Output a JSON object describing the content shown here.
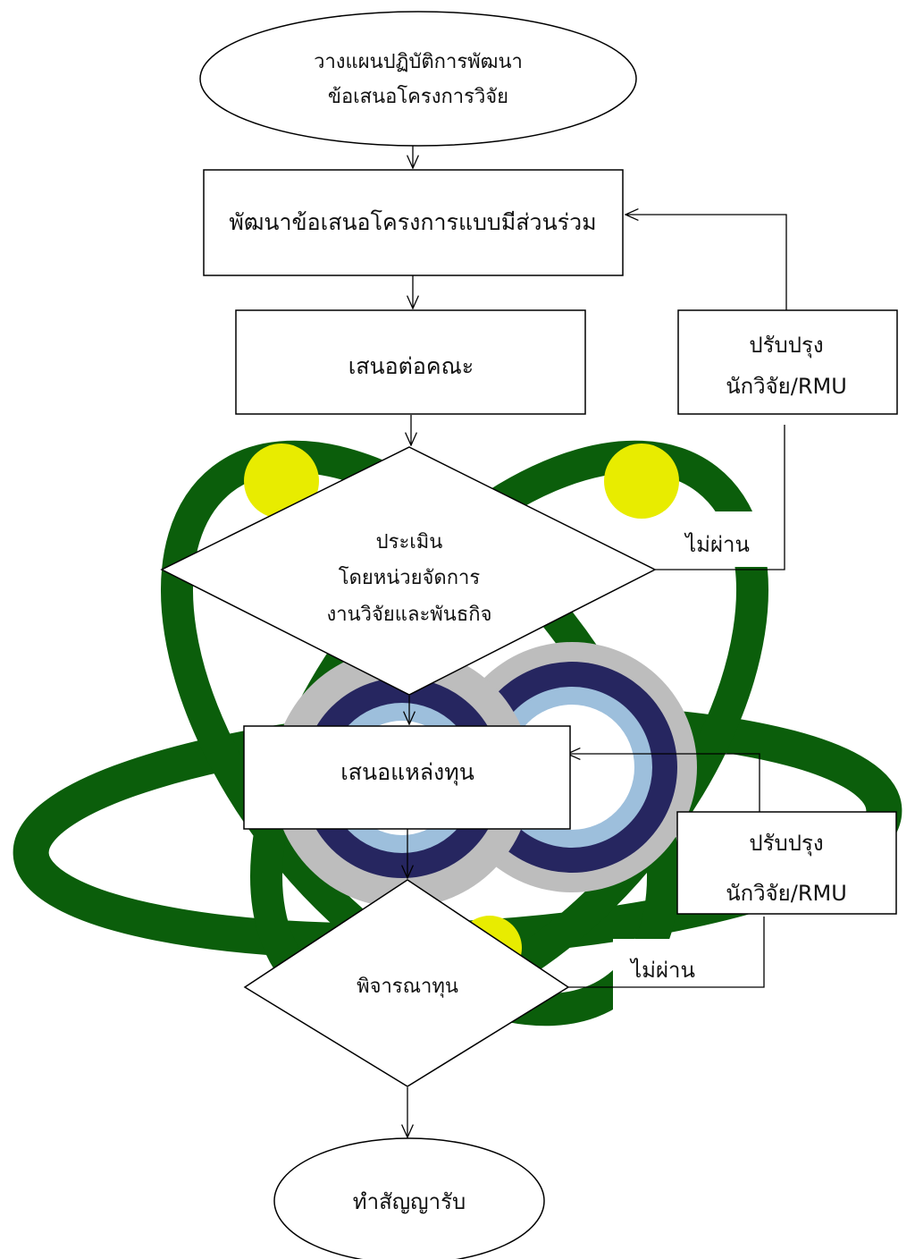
{
  "colors": {
    "orbit": "#0b5e0b",
    "electron": "#e8ec00",
    "ring_outer": "#bdbdbd",
    "ring_mid": "#262660",
    "ring_inner": "#9dbfdc",
    "stroke": "#000000",
    "box_fill": "#ffffff"
  },
  "nodes": {
    "start": {
      "lines": [
        "วางแผนปฏิบัติการพัฒนา",
        "ข้อเสนอโครงการวิจัย"
      ]
    },
    "develop": {
      "label": "พัฒนาข้อเสนอโครงการแบบมีส่วนร่วม"
    },
    "propose_faculty": {
      "label": "เสนอต่อคณะ"
    },
    "evaluate": {
      "lines": [
        "ประเมิน",
        "โดยหน่วยจัดการ",
        "งานวิจัยและพันธกิจ"
      ]
    },
    "propose_fund": {
      "label": "เสนอแหล่งทุน"
    },
    "consider_fund": {
      "label": "พิจารณาทุน"
    },
    "end": {
      "label": "ทำสัญญารับ"
    },
    "revise_1": {
      "lines": [
        "ปรับปรุง",
        "นักวิจัย/RMU"
      ]
    },
    "revise_2": {
      "lines": [
        "ปรับปรุง",
        "นักวิจัย/RMU"
      ]
    }
  },
  "edges": {
    "fail_1": "ไม่ผ่าน",
    "fail_2": "ไม่ผ่าน"
  }
}
